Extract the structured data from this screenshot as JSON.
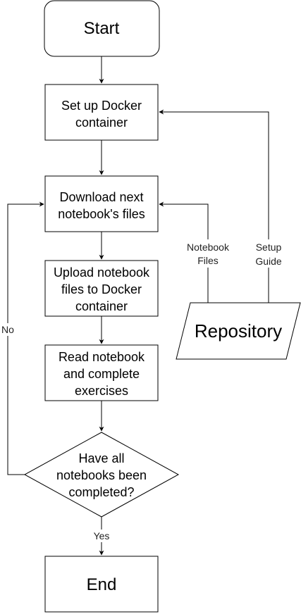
{
  "nodes": {
    "start": {
      "label": "Start"
    },
    "setup_docker": {
      "lines": [
        "Set up Docker",
        "container"
      ]
    },
    "download_files": {
      "lines": [
        "Download next",
        "notebook's files"
      ]
    },
    "upload_files": {
      "lines": [
        "Upload notebook",
        "files to Docker",
        "container"
      ]
    },
    "read_notebook": {
      "lines": [
        "Read notebook",
        "and complete",
        "exercises"
      ]
    },
    "decision": {
      "lines": [
        "Have all",
        "notebooks been",
        "completed?"
      ]
    },
    "end": {
      "label": "End"
    },
    "repository": {
      "label": "Repository"
    }
  },
  "edges": {
    "no_label": "No",
    "yes_label": "Yes",
    "notebook_files_label": [
      "Notebook",
      "Files"
    ],
    "setup_guide_label": [
      "Setup",
      "Guide"
    ]
  }
}
